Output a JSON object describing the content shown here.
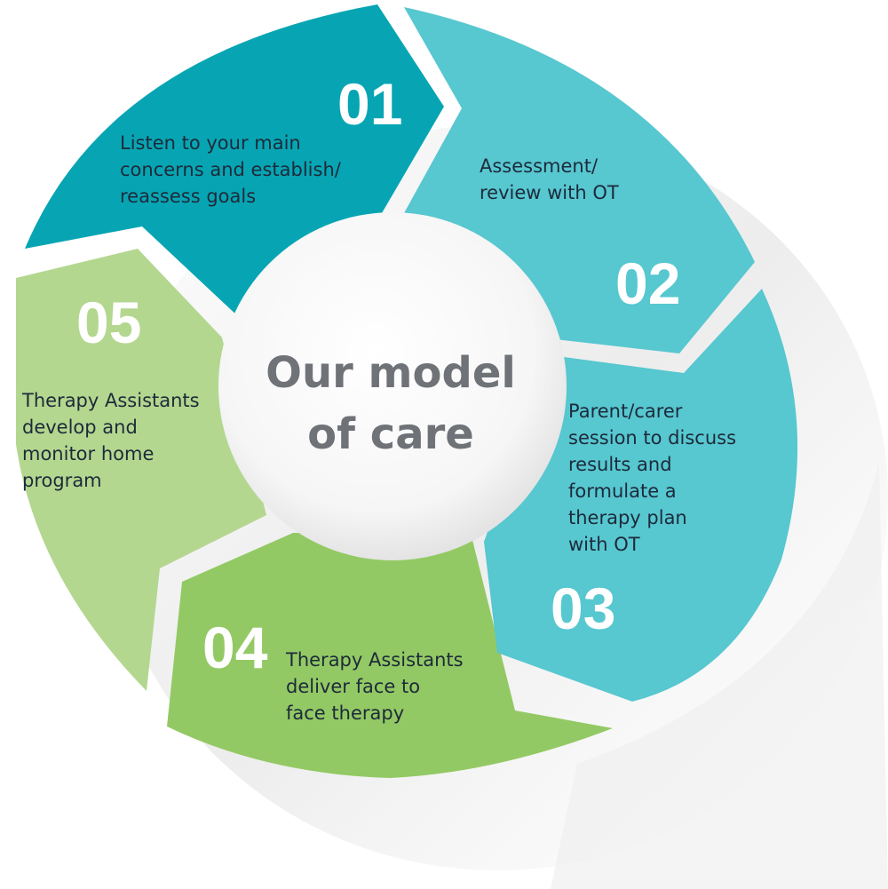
{
  "title": {
    "line1": "Our model",
    "line2": "of care"
  },
  "steps": [
    {
      "number": "01",
      "lines": [
        "Listen to your main",
        "concerns and establish/",
        "reassess goals"
      ],
      "color": "#07a5b3"
    },
    {
      "number": "02",
      "lines": [
        "Assessment/",
        "review with OT"
      ],
      "color": "#57c7d0"
    },
    {
      "number": "03",
      "lines": [
        "Parent/carer",
        "session to discuss",
        "results and",
        "formulate a",
        "therapy plan",
        "with OT"
      ],
      "color": "#57c7d0"
    },
    {
      "number": "04",
      "lines": [
        "Therapy Assistants",
        "deliver face to",
        "face therapy"
      ],
      "color": "#93c964"
    },
    {
      "number": "05",
      "lines": [
        "Therapy Assistants",
        "develop and",
        "monitor home",
        "program"
      ],
      "color": "#b3d78f"
    }
  ],
  "colors": {
    "center_fill": "#f4f4f4",
    "title_text": "#6f7277",
    "step_text": "#1d2a3a",
    "number_text": "#ffffff"
  }
}
